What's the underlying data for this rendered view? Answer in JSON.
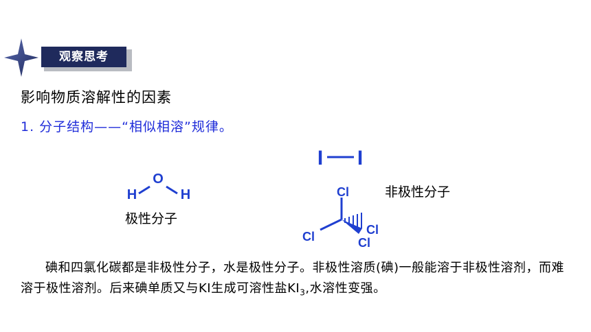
{
  "badge": {
    "label": "观察思考"
  },
  "heading": "影响物质溶解性的因素",
  "subheading": "1. 分子结构——“相似相溶”规律。",
  "molecules": {
    "water": {
      "o": "O",
      "h1": "H",
      "h2": "H",
      "label": "极性分子"
    },
    "iodine": {
      "i1": "I",
      "i2": "I"
    },
    "ccl4": {
      "cl_top": "Cl",
      "cl_left": "Cl",
      "cl_right": "Cl",
      "cl_bottom": "Cl"
    },
    "nonpolar_label": "非极性分子"
  },
  "paragraph": {
    "text": "碘和四氯化碳都是非极性分子，水是极性分子。非极性溶质(碘)一般能溶于非极性溶剂，而难溶于极性溶剂。后来碘单质又与KI生成可溶性盐KI",
    "subscript": "3",
    "tail": ",水溶性变强。"
  },
  "colors": {
    "badge_bg": "#1f2a5c",
    "accent_blue": "#1f2cd9",
    "atom_blue": "#1f3fd0"
  },
  "icons": {
    "badge_marker": "four-point-star-icon"
  }
}
